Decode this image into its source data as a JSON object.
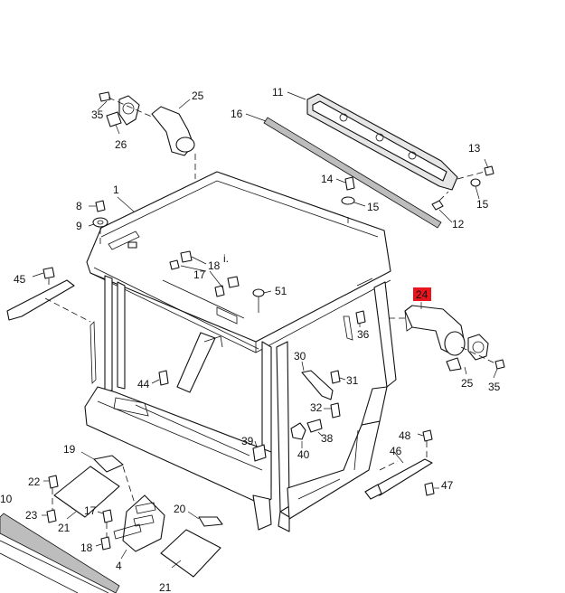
{
  "highlight_color": "#e8141e",
  "labels": {
    "l25a": "25",
    "l35a": "35",
    "l26": "26",
    "l11": "11",
    "l16": "16",
    "l13": "13",
    "l14": "14",
    "l15a": "15",
    "l15b": "15",
    "l12": "12",
    "l8": "8",
    "l1": "1",
    "l9": "9",
    "l18a": "18",
    "l18_mark": "i.",
    "l17a": "17",
    "l51": "51",
    "l45": "45",
    "l24": "24",
    "l36": "36",
    "l30": "30",
    "l31": "31",
    "l25b": "25",
    "l35b": "35",
    "l44": "44",
    "l32": "32",
    "l38": "38",
    "l39": "39",
    "l40": "40",
    "l48": "48",
    "l46": "46",
    "l47": "47",
    "l19": "19",
    "l22": "22",
    "l10": "10",
    "l23": "23",
    "l21a": "21",
    "l17b": "17",
    "l20": "20",
    "l18b": "18",
    "l4": "4",
    "l21b": "21"
  }
}
